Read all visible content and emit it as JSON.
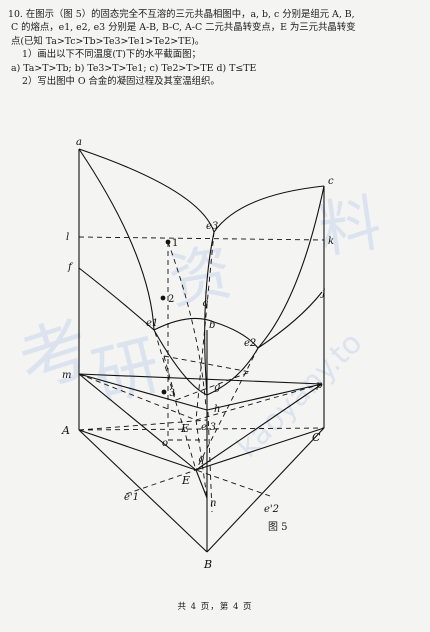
{
  "question": {
    "line1": "10. 在图示（图 5）的固态完全不互溶的三元共晶相图中，a, b, c 分别是组元 A, B,",
    "line2": "C 的熔点，e1, e2, e3 分别是 A-B, B-C, A-C 二元共晶转变点，E 为三元共晶转变",
    "line3": "点(已知 Ta>Tc>Tb>Te3>Te1>Te2>TE)。",
    "item1": "1）画出以下不同温度(T)下的水平截面图；",
    "options": "a)   Ta>T>Tb;     b)   Te3>T>Te1;    c)   Te2>T>TE    d)   T≤TE",
    "item2": "2）写出图中 O 合金的凝固过程及其室温组织。"
  },
  "figure": {
    "caption": "图 5",
    "labels": {
      "a": "a",
      "c": "c",
      "b": "b",
      "l": "l",
      "k": "k",
      "f": "f",
      "j": "j",
      "e1": "e1",
      "e2": "e2",
      "e3": "e3",
      "m": "m",
      "p": "p",
      "g": "g",
      "h": "h",
      "A": "A",
      "C": "C",
      "B": "B",
      "E": "E",
      "E2": "E",
      "o": "o",
      "n": "n",
      "q1": "q",
      "q2": "q",
      "e1p": "e'1",
      "e2p": "e'2",
      "e3p": "e'3",
      "p1": "1",
      "p2": "2",
      "p3": "3"
    }
  },
  "footer": "共   4   页，第   4   页",
  "watermarks": [
    "考",
    "研",
    "资",
    "料",
    "kaoyany.to"
  ],
  "colors": {
    "ink": "#111111",
    "paper": "#f4f4f2",
    "watermark": "#c8d6ee"
  }
}
